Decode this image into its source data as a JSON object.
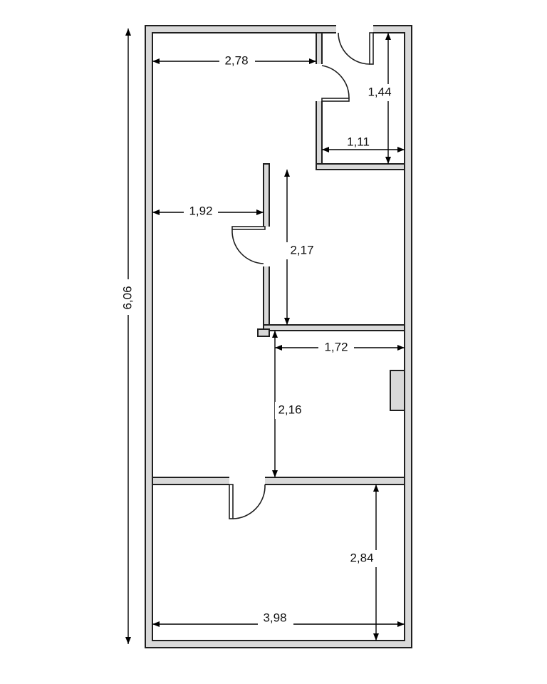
{
  "plan": {
    "dimensions": {
      "total_height": "6,06",
      "upper_room_width": "2,78",
      "wc_height": "1,44",
      "wc_width": "1,11",
      "corridor_width": "1,92",
      "middle_room_height": "2,17",
      "kitchen_width": "1,72",
      "kitchen_height": "2,16",
      "bottom_room_height": "2,84",
      "bottom_room_width": "3,98"
    },
    "colors": {
      "wall_fill": "#d9d9d9",
      "wall_stroke": "#1f1f1f",
      "background": "#ffffff"
    }
  }
}
